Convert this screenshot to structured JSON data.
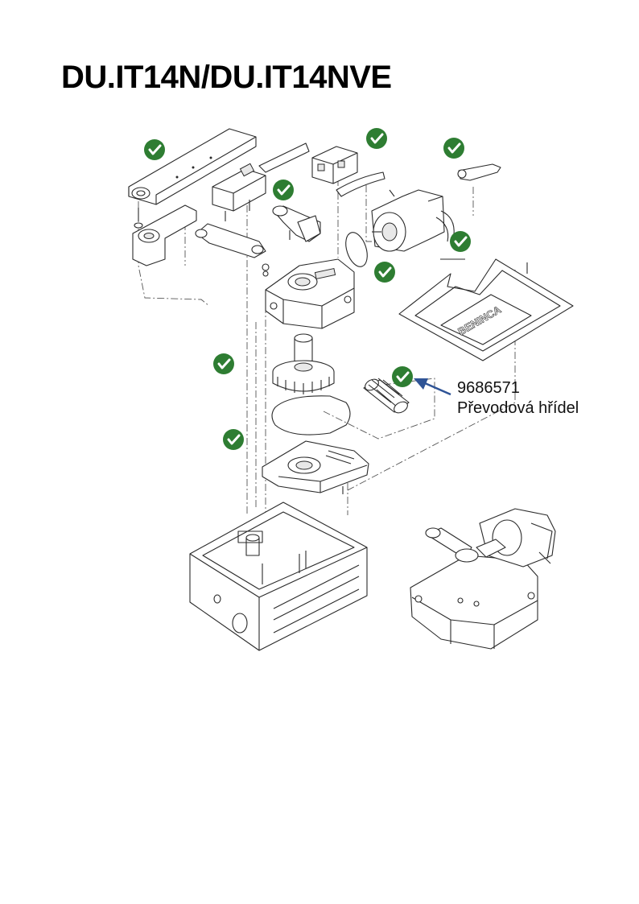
{
  "page": {
    "title": "DU.IT14N/DU.IT14NVE"
  },
  "callout": {
    "part_number": "9686571",
    "part_name": "Převodová hřídel"
  },
  "cover_logo_text": "BENINCA",
  "colors": {
    "check_fill": "#2e7d32",
    "check_stroke": "#ffffff",
    "arrow": "#2f5496",
    "line": "#2a2a2a"
  },
  "checkmarks": {
    "icon": "checkmark-circle-icon",
    "count": 9
  }
}
